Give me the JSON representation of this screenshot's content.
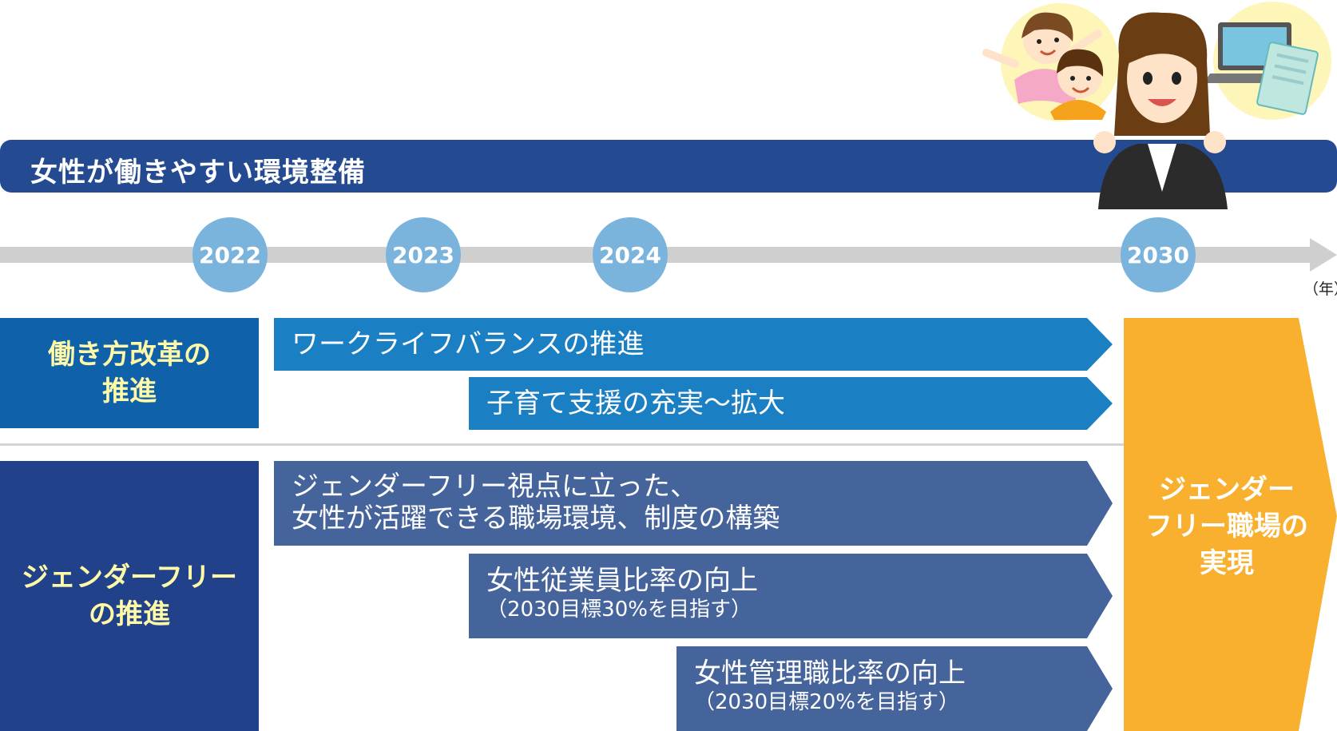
{
  "banner": {
    "title": "女性が働きやすい環境整備"
  },
  "timeline": {
    "years": [
      "2022",
      "2023",
      "2024",
      "2030"
    ],
    "unit": "（年）"
  },
  "categories": {
    "work_style": {
      "line1": "働き方改革の",
      "line2": "推進"
    },
    "gender_free": {
      "line1": "ジェンダーフリー",
      "line2": "の推進"
    }
  },
  "initiatives": {
    "work_life_balance": {
      "main": "ワークライフバランスの推進"
    },
    "childcare": {
      "main": "子育て支援の充実～拡大"
    },
    "gender_free_workplace": {
      "line1": "ジェンダーフリー視点に立った、",
      "line2": "女性が活躍できる職場環境、制度の構築"
    },
    "female_employee_ratio": {
      "main": "女性従業員比率の向上",
      "sub": "（2030目標30%を目指す）"
    },
    "female_manager_ratio": {
      "main": "女性管理職比率の向上",
      "sub": "（2030目標20%を目指す）"
    }
  },
  "goal": {
    "line1": "ジェンダー",
    "line2": "フリー職場の",
    "line3": "実現"
  },
  "colors": {
    "banner": "#244b91",
    "timeline": "#cfcfcf",
    "year_circle": "#7ab4dc",
    "category_work": "#0f62a9",
    "category_gender": "#21428a",
    "bar_light": "#1b7fc3",
    "bar_dark": "#46649c",
    "goal": "#f8b02e",
    "category_text": "#fffaa8"
  }
}
